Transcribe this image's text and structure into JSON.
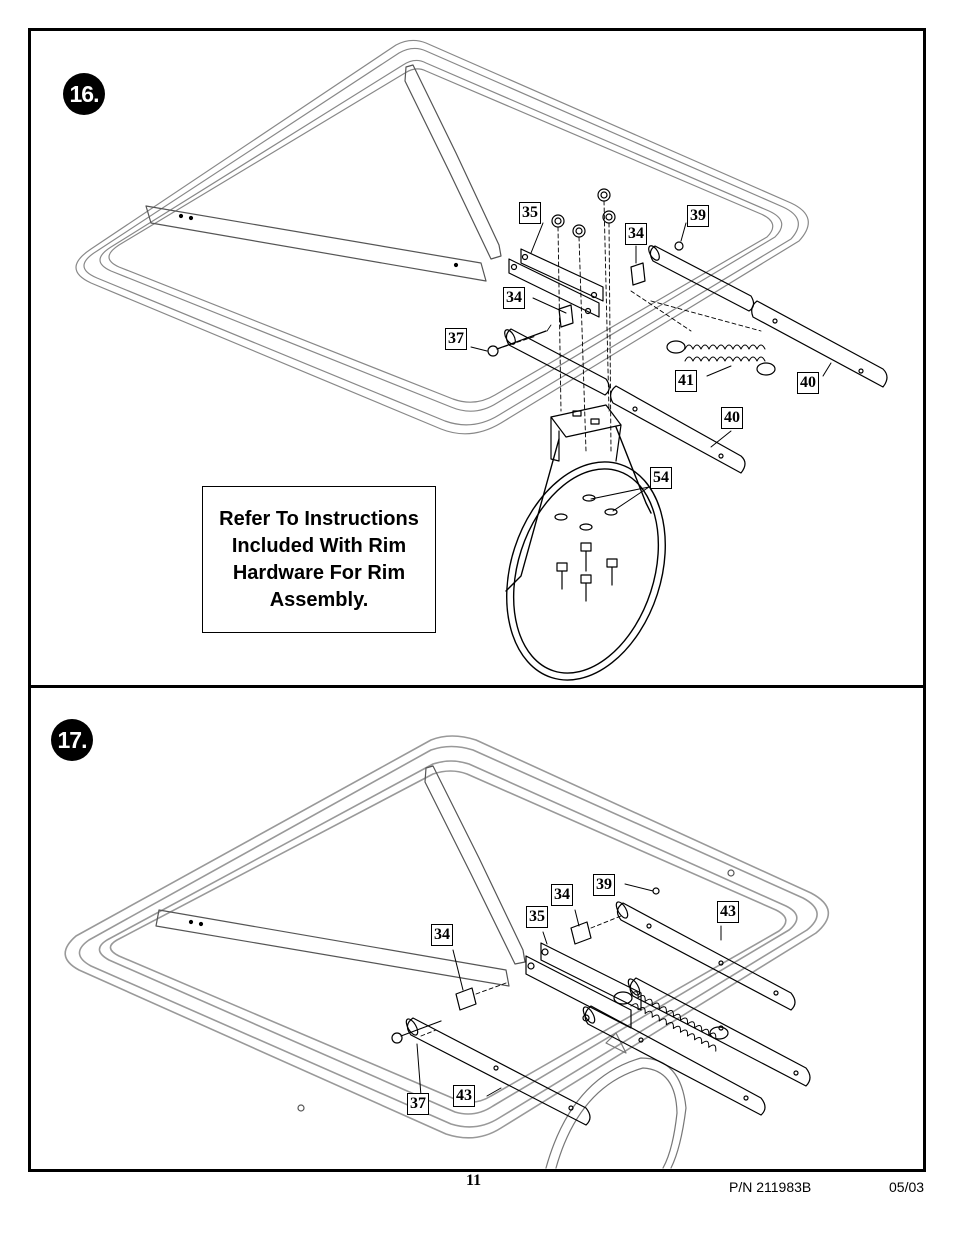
{
  "steps": [
    {
      "number": "16.",
      "note": "Refer To Instructions Included With Rim Hardware For Rim Assembly.",
      "callouts": [
        "35",
        "39",
        "34",
        "34",
        "37",
        "41",
        "40",
        "40",
        "54"
      ]
    },
    {
      "number": "17.",
      "callouts": [
        "39",
        "34",
        "35",
        "43",
        "34",
        "37",
        "43"
      ]
    }
  ],
  "footer": {
    "page_number": "11",
    "part_number": "P/N 211983B",
    "date_code": "05/03"
  }
}
